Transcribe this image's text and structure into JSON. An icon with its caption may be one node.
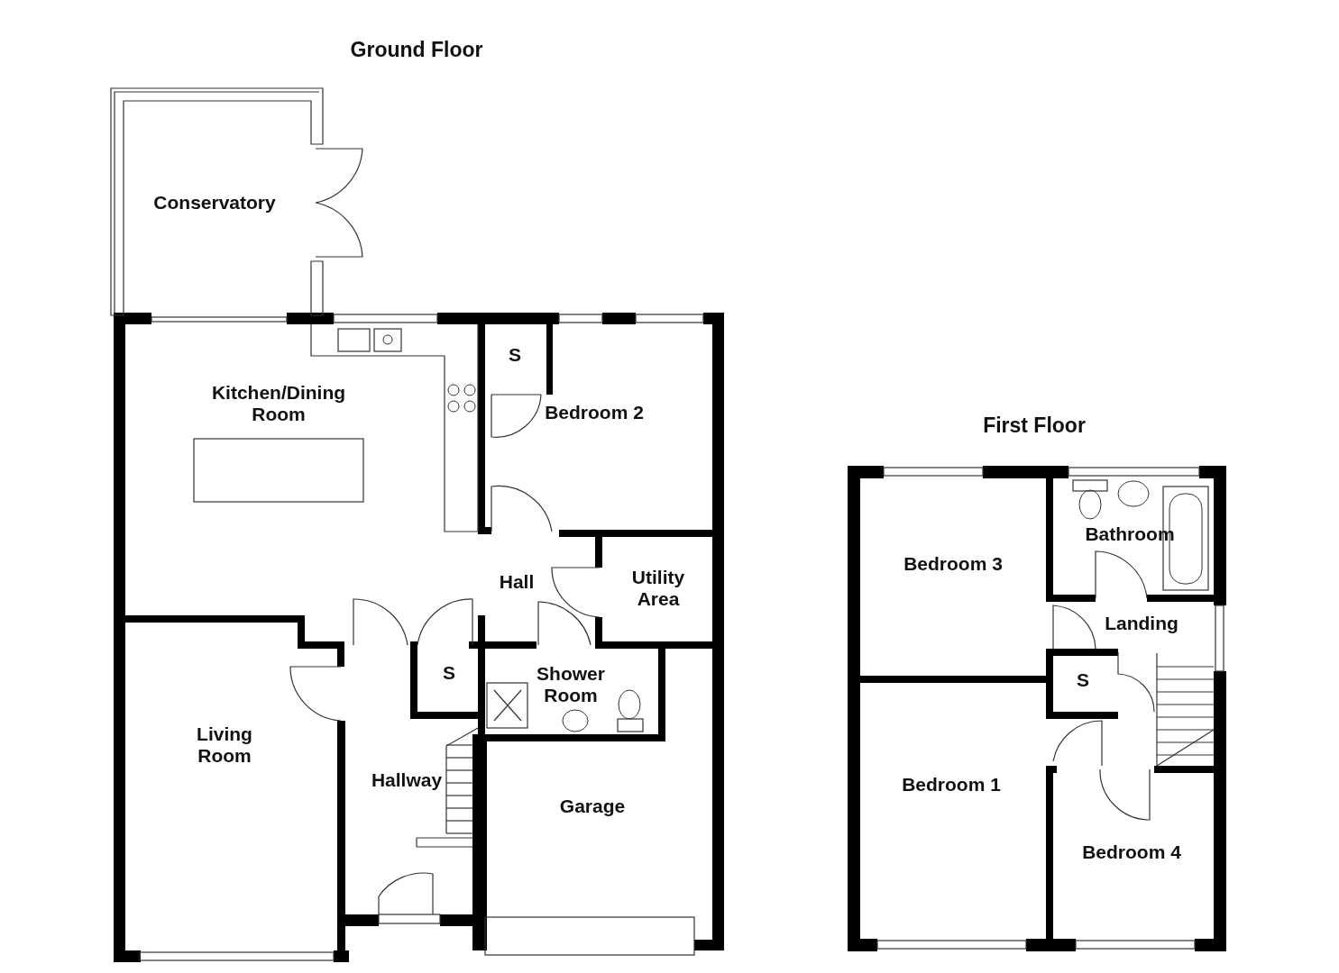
{
  "diagram": {
    "nodes": [
      {
        "text": [
          "Conservatory"
        ]
      },
      {
        "text": [
          "Kitchen/Dining Room"
        ]
      },
      {
        "text": [
          "S"
        ]
      },
      {
        "text": [
          "Bedroom 2"
        ]
      },
      {
        "text": [
          "Hall"
        ]
      },
      {
        "text": [
          "Utility Area"
        ]
      },
      {
        "text": [
          "S"
        ]
      },
      {
        "text": [
          "Shower Room"
        ]
      },
      {
        "text": [
          "Living Room"
        ]
      },
      {
        "text": [
          "Hallway"
        ]
      },
      {
        "text": [
          "Garage"
        ]
      },
      {
        "text": [
          "Bedroom 3"
        ]
      },
      {
        "text": [
          "Bathroom"
        ]
      },
      {
        "text": [
          "Landing"
        ]
      },
      {
        "text": [
          "S"
        ]
      },
      {
        "text": [
          "Bedroom 1"
        ]
      },
      {
        "text": [
          "Bedroom 4"
        ]
      }
    ],
    "labels": [
      "Ground Floor",
      "First Floor"
    ]
  }
}
